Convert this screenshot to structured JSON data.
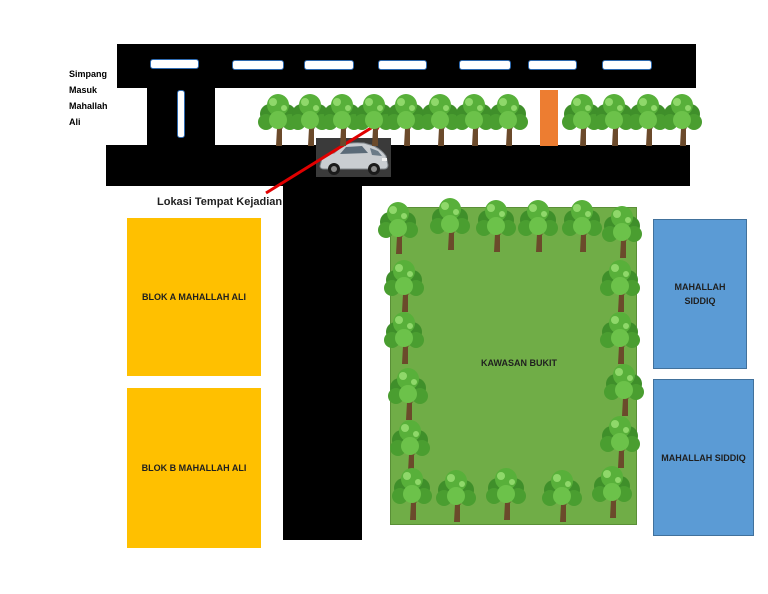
{
  "labels": {
    "junction": [
      "Simpang",
      "Masuk",
      "Mahallah",
      "Ali"
    ],
    "incident_location": "Lokasi Tempat Kejadian",
    "block_a": "BLOK A MAHALLAH ALI",
    "block_b": "BLOK B MAHALLAH ALI",
    "hill_area": "KAWASAN BUKIT",
    "siddiq_1": "MAHALLAH SIDDIQ",
    "siddiq_2": "MAHALLAH SIDDIQ"
  },
  "colors": {
    "road": "#000000",
    "block_yellow": "#ffc000",
    "hill_green": "#70ad47",
    "siddiq_blue": "#5b9bd5",
    "marker_orange": "#ed7d31",
    "arrow_red": "#e00000"
  },
  "icons": {
    "tree": "tree-icon",
    "car": "car-icon",
    "post": "orange-post-marker"
  }
}
